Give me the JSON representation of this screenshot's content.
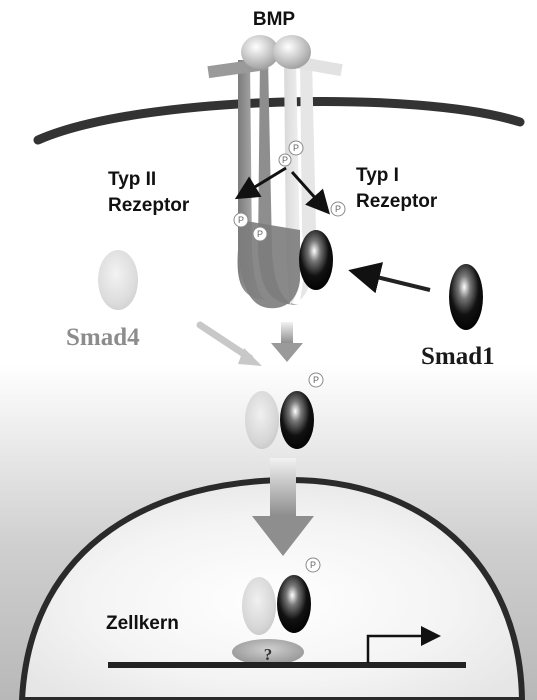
{
  "labels": {
    "bmp": "BMP",
    "type2_line1": "Typ II",
    "type2_line2": "Rezeptor",
    "type1_line1": "Typ I",
    "type1_line2": "Rezeptor",
    "smad4": "Smad4",
    "smad1": "Smad1",
    "nucleus": "Zellkern",
    "phospho": "P",
    "unknown_factor": "?"
  },
  "colors": {
    "membrane": "#333333",
    "smad1_dark": "#0a0a0a",
    "smad4_light": "#d8d8d8",
    "arrow_gray": "#9a9a9a",
    "dna_line": "#222222"
  }
}
